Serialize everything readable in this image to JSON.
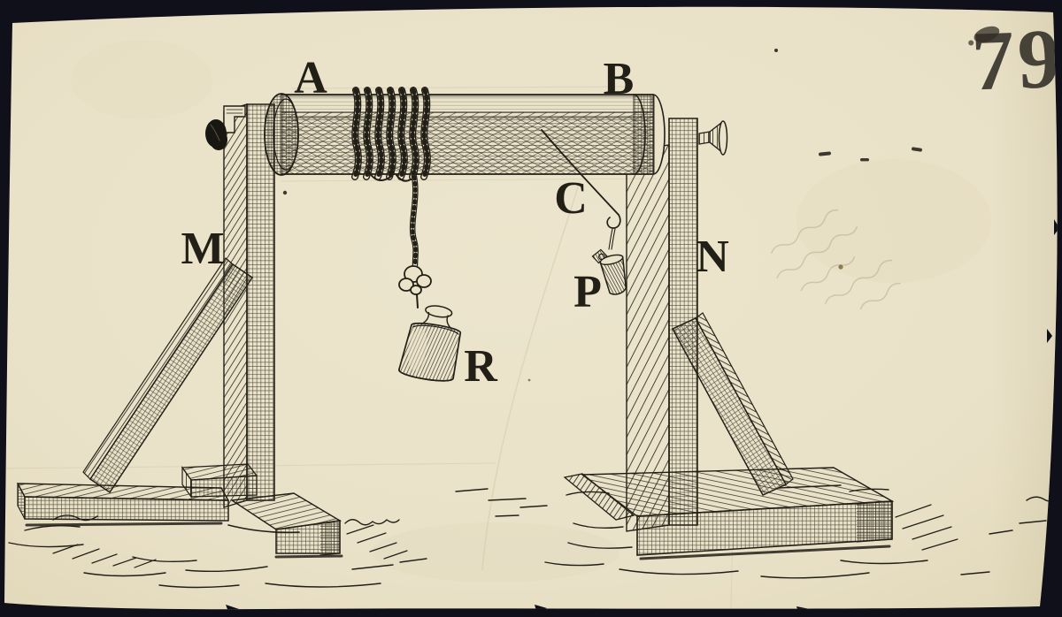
{
  "photo": {
    "background_color": "#10101a",
    "paper_color": "#eae2c9",
    "ink_color": "#221f17",
    "stamp_color": "#302d26",
    "pencil_color": "#b4aa8e"
  },
  "figure": {
    "kind": "antique ink engraving on cream paper, photographed on a dark background",
    "subject": "Wheel-and-axle (windlass) apparatus: a rope wound around horizontal cylinder A–B mounted on braced wooden posts M and N carries weight R; a thin cord at C carries the small weight P",
    "plate_stamp": "79",
    "labels": {
      "A": "A",
      "B": "B",
      "C": "C",
      "M": "M",
      "N": "N",
      "P": "P",
      "R": "R"
    },
    "pencil_inscription": "illegible faint pencil cursive"
  }
}
